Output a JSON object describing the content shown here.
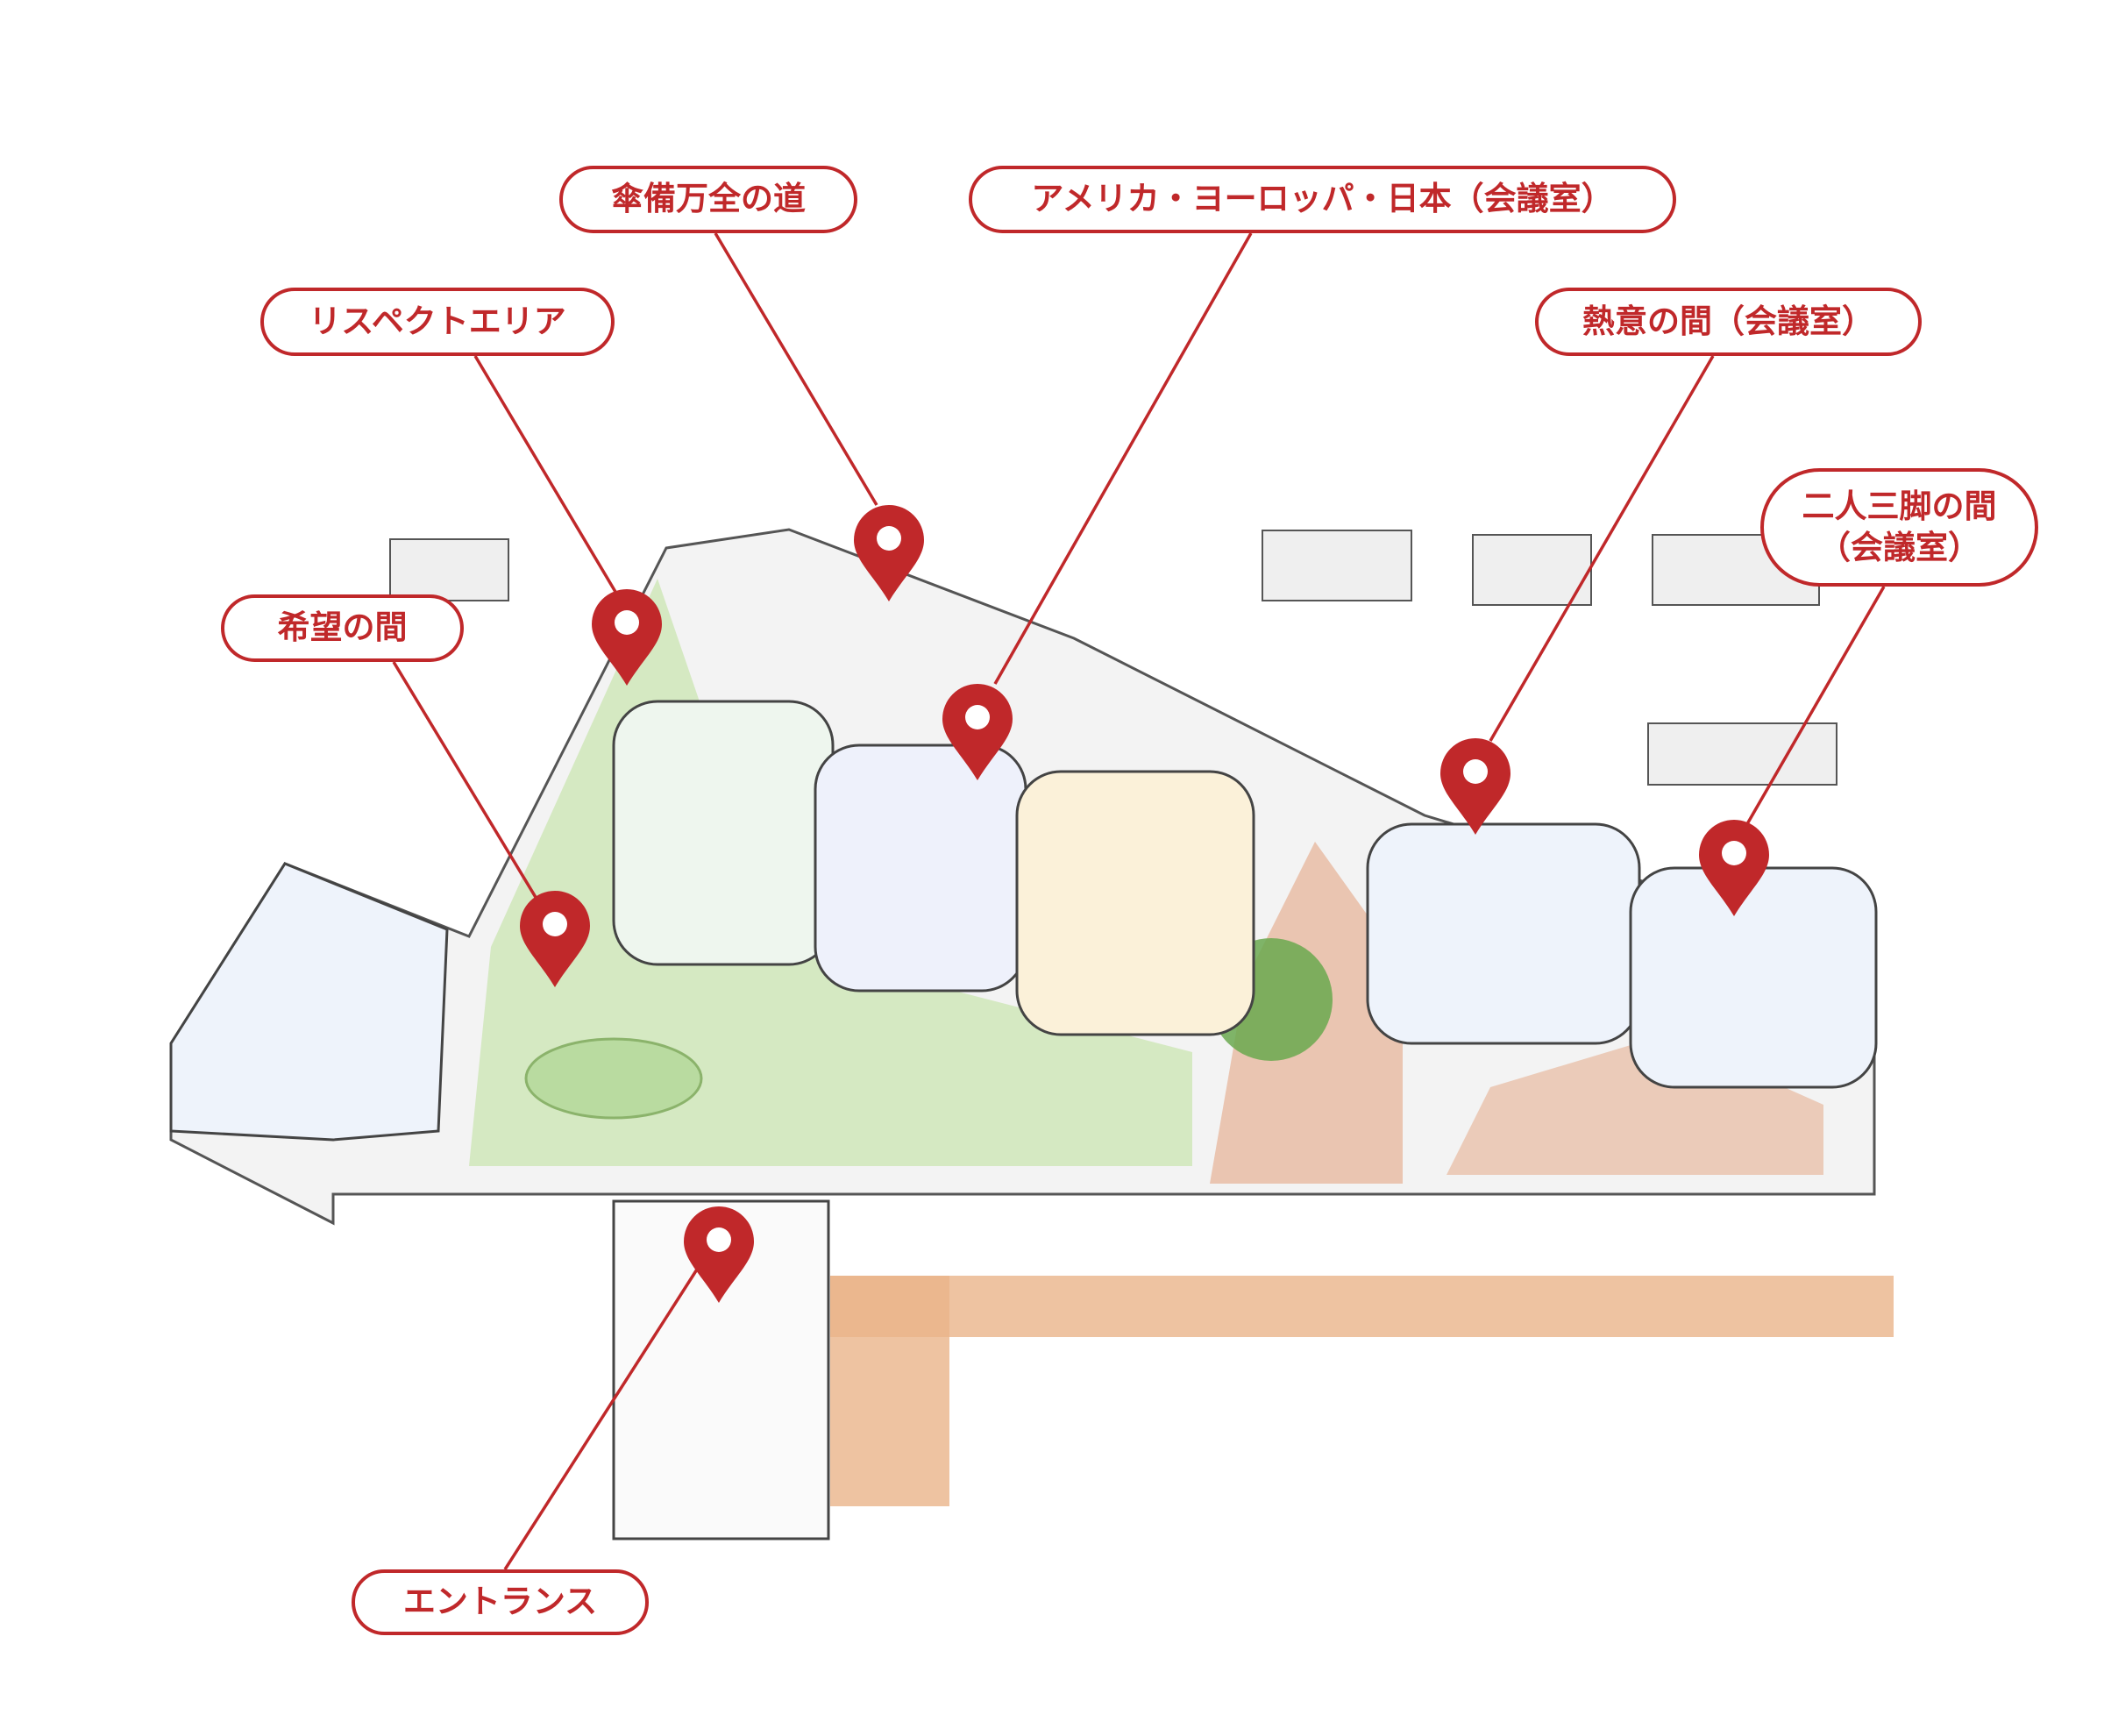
{
  "accent_color": "#c0282a",
  "locations": [
    {
      "id": "kasabi",
      "label": "傘備万全の道",
      "icon": "map-pin-icon"
    },
    {
      "id": "america",
      "label": "アメリカ・ヨーロッパ・日本（会議室）",
      "icon": "map-pin-icon"
    },
    {
      "id": "respect",
      "label": "リスペクトエリア",
      "icon": "map-pin-icon"
    },
    {
      "id": "netsui",
      "label": "熱意の間（会議室）",
      "icon": "map-pin-icon"
    },
    {
      "id": "ninin",
      "label": "二人三脚の間\n（会議室）",
      "icon": "map-pin-icon"
    },
    {
      "id": "kibou",
      "label": "希望の間",
      "icon": "map-pin-icon"
    },
    {
      "id": "entrance",
      "label": "エントランス",
      "icon": "map-pin-icon"
    }
  ]
}
